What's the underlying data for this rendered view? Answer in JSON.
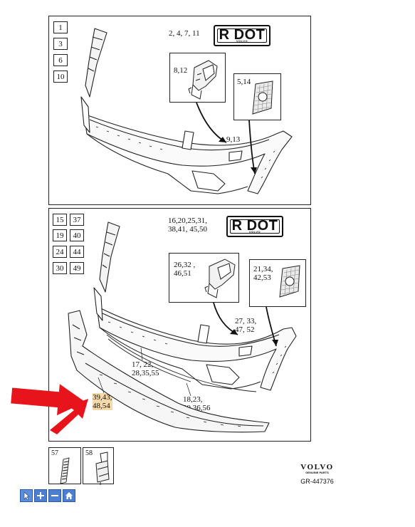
{
  "top_panel": {
    "numbers": [
      "1",
      "3",
      "6",
      "10"
    ],
    "rdot_callout": "2, 4, 7, 11",
    "rdot_text": "R DOT",
    "rdot_sub": "VOLVO",
    "detail_left_label": "8,12",
    "detail_right_label": "5,14",
    "bumper_callout": "9,13"
  },
  "bottom_panel": {
    "numbers": [
      [
        "15",
        "37"
      ],
      [
        "19",
        "40"
      ],
      [
        "24",
        "44"
      ],
      [
        "30",
        "49"
      ]
    ],
    "rdot_callout_line1": "16,20,25,31,",
    "rdot_callout_line2": "38,41, 45,50",
    "rdot_text": "R DOT",
    "rdot_sub": "VOLVO",
    "detail_left_line1": "26,32 ,",
    "detail_left_line2": "46,51",
    "detail_right_line1": "21,34,",
    "detail_right_line2": "42,53",
    "callout_a_line1": "27, 33,",
    "callout_a_line2": "47, 52",
    "callout_b_line1": "17, 22,",
    "callout_b_line2": "28,35,55",
    "callout_c_line1": "18,23,",
    "callout_c_line2": "29,36,56",
    "callout_d_line1": "39,43,",
    "callout_d_line2": "48,54"
  },
  "thumbs": [
    {
      "num": "57"
    },
    {
      "num": "58"
    }
  ],
  "brand": {
    "logo": "VOLVO",
    "tagline": "GENUINE PARTS",
    "code": "GR-447376"
  },
  "toolbar": {
    "items": [
      "pointer-icon",
      "zoom-in-icon",
      "zoom-out-icon",
      "home-icon"
    ]
  },
  "colors": {
    "arrow_red": "#e8141b",
    "toolbar_blue": "#4a7fd4",
    "highlight": "#f5d9a8"
  }
}
